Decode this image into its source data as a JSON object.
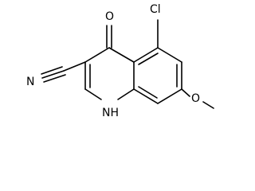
{
  "molecule": {
    "atoms": {
      "chlorine": "Cl",
      "oxygen_carbonyl": "O",
      "nitrile_nitrogen": "N",
      "ring_nitrogen": "NH",
      "methoxy_oxygen": "O"
    }
  }
}
